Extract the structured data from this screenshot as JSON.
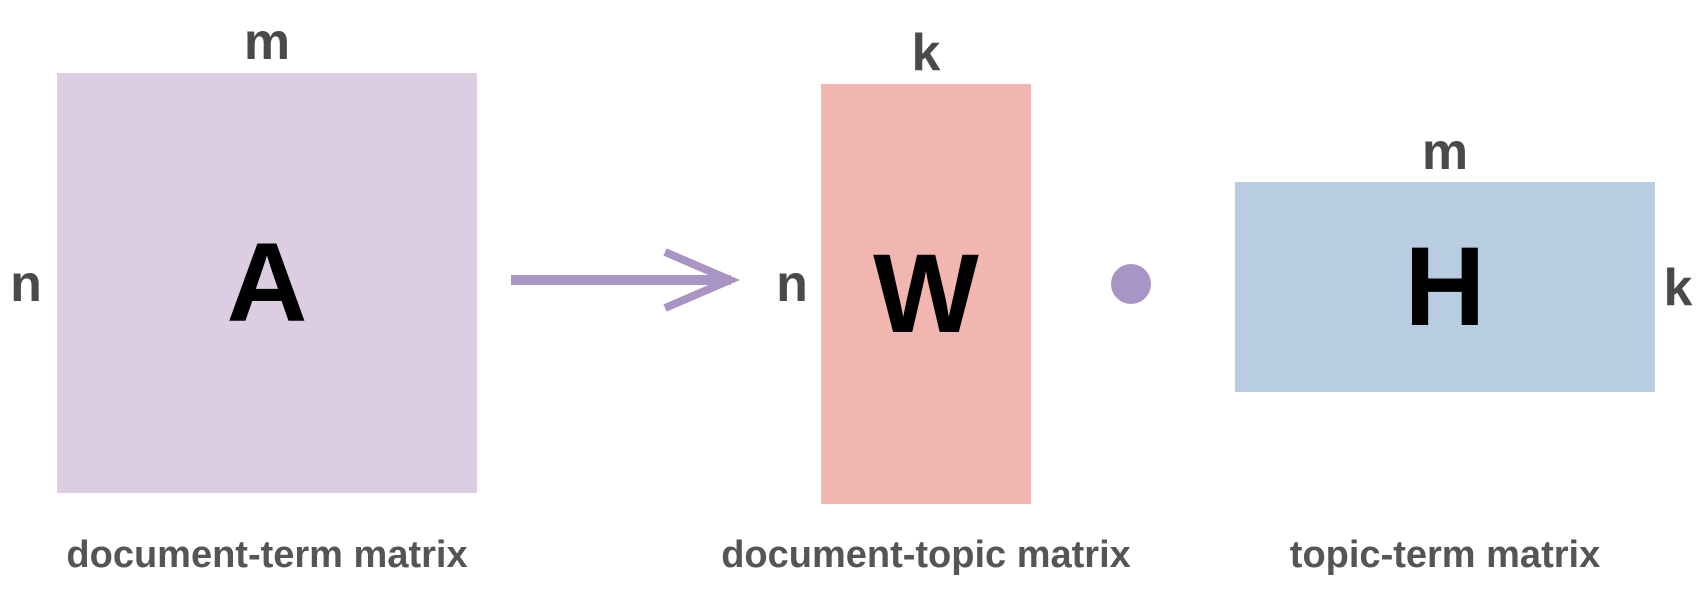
{
  "colors": {
    "matrix_a": "#dccde3",
    "matrix_w": "#f0b6af",
    "matrix_h": "#b8cce2",
    "arrow": "#a994c6",
    "dot": "#a994c6",
    "dimension_text": "#4a4a4a",
    "caption_text": "#555555"
  },
  "matrix_a": {
    "letter": "A",
    "top_dimension": "m",
    "left_dimension": "n",
    "caption": "document-term matrix"
  },
  "matrix_w": {
    "letter": "W",
    "top_dimension": "k",
    "left_dimension": "n",
    "caption": "document-topic matrix"
  },
  "matrix_h": {
    "letter": "H",
    "top_dimension": "m",
    "right_dimension": "k",
    "caption": "topic-term matrix"
  },
  "icons": {
    "arrow": "right-arrow-icon",
    "operator": "dot-product-icon"
  }
}
